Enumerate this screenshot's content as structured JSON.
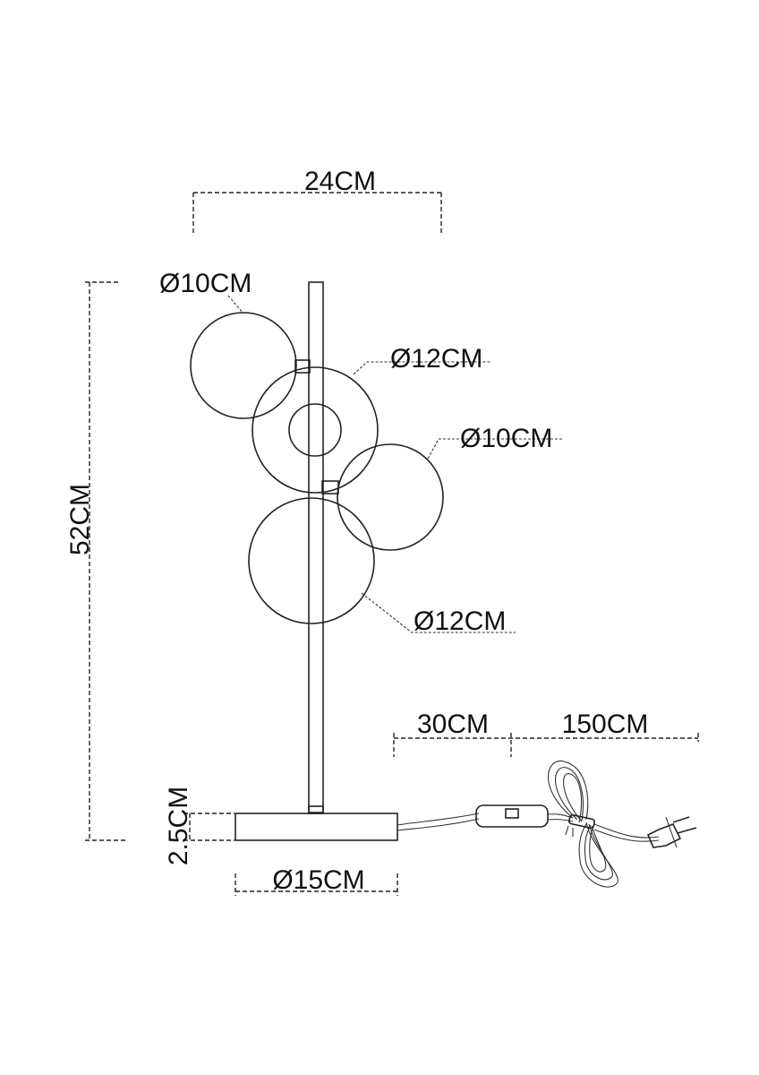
{
  "dimensions": {
    "total_width": "24CM",
    "total_height": "52CM",
    "base_height": "2.5CM",
    "base_diameter": "Ø15CM",
    "cord_to_switch": "30CM",
    "cord_after_switch": "150CM"
  },
  "shades": {
    "top_left": "Ø10CM",
    "middle_back": "Ø12CM",
    "middle_right": "Ø10CM",
    "bottom_front": "Ø12CM"
  }
}
